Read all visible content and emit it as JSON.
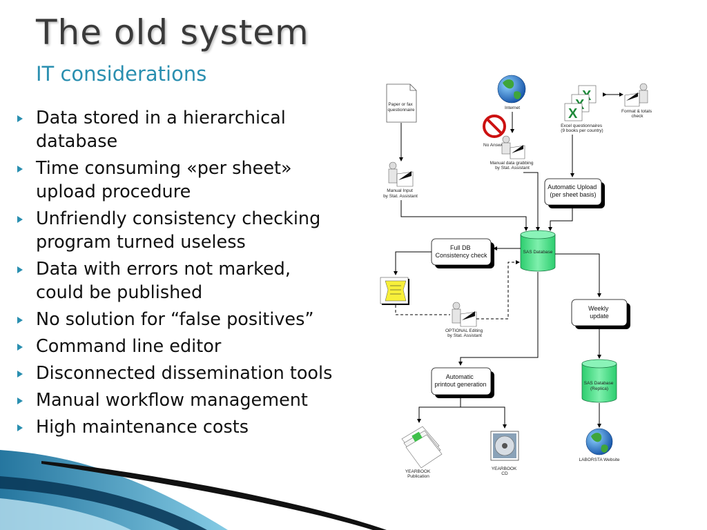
{
  "slide": {
    "title": "The old system",
    "subtitle": "IT considerations"
  },
  "bullets": [
    "Data stored in a hierarchical database",
    "Time consuming «per sheet» upload procedure",
    "Unfriendly consistency checking program turned useless",
    "Data with errors not marked, could be published",
    "No solution for “false positives”",
    "Command line editor",
    "Disconnected dissemination tools",
    "Manual workflow management",
    "High maintenance costs"
  ],
  "bullets_split": [
    [
      "Data stored in a hierarchical",
      "database"
    ],
    [
      "Time consuming «per sheet»",
      "upload procedure"
    ],
    [
      "Unfriendly consistency checking",
      "program turned useless"
    ],
    [
      "Data with errors not marked,",
      "could be published"
    ],
    [
      "No solution for “false positives”",
      ""
    ],
    [
      "Command line editor",
      ""
    ],
    [
      "Disconnected dissemination tools",
      ""
    ],
    [
      "Manual workflow management",
      ""
    ],
    [
      "High maintenance costs",
      ""
    ]
  ],
  "diagram": {
    "paper_questionnaire": [
      "Paper or fax",
      "questionnaire"
    ],
    "internet": "Internet",
    "excel_questionnaires": [
      "Excel questionnaires",
      "(9 books per country)"
    ],
    "format_totals": [
      "Format & totals",
      "check"
    ],
    "no_answer": "No Answer",
    "manual_grabbing": [
      "Manual data grabbing",
      "by Stat. Assistant"
    ],
    "manual_input": [
      "Manual Input",
      "by Stat. Assistant"
    ],
    "automatic_upload": [
      "Automatic Upload",
      "(per sheet basis)"
    ],
    "full_db_check": [
      "Full DB",
      "Consistency check"
    ],
    "sas_database": "SAS Database",
    "optional_editing": [
      "OPTIONAL Editing",
      "by Stat. Assistant"
    ],
    "weekly_update": [
      "Weekly",
      "update"
    ],
    "automatic_printout": [
      "Automatic",
      "printout generation"
    ],
    "sas_replica": [
      "SAS Database",
      "(Replica)"
    ],
    "yearbook_publication": [
      "YEARBOOK",
      "Publication"
    ],
    "yearbook_cd": [
      "YEARBOOK",
      "CD"
    ],
    "laborsta_website": "LABORSTA Website"
  },
  "colors": {
    "accent": "#2a8fb0",
    "database_green": "#4ee08a",
    "note_yellow": "#f7ef3a",
    "excel_green": "#1f8a3b",
    "forbidden_red": "#cc1111"
  }
}
